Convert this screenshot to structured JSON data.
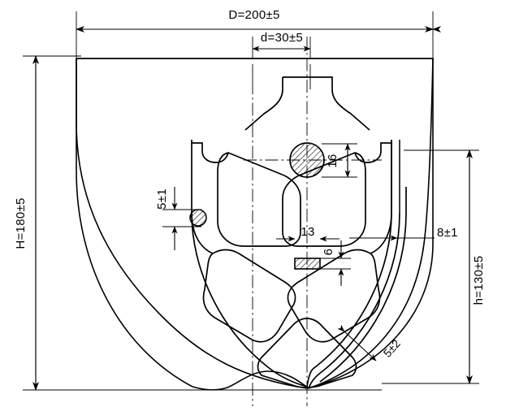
{
  "drawing": {
    "title": "Shield-shaped wheel / disc cross-section technical drawing",
    "line_color": "#000000",
    "background_color": "#ffffff",
    "dimensions": {
      "overall_width": "D=200±5",
      "hub_width": "d=30±5",
      "overall_height": "H=180±5",
      "inner_height": "h=130±5",
      "hub_bore": "16",
      "rim_thickness": "8±1",
      "web_thickness": "5±1",
      "spoke_width": "13",
      "slot_height": "6",
      "fillet_radius": "5±2"
    }
  },
  "labels": {
    "top_main": "D=200±5",
    "top_inner": "d=30±5",
    "left_vertical": "H=180±5",
    "right_vertical": "h=130±5",
    "hub_bore": "16",
    "rim_thickness": "8±1",
    "web_thickness": "5±1",
    "spoke_width": "13",
    "slot_height": "6",
    "diagonal_radius": "5±2"
  }
}
